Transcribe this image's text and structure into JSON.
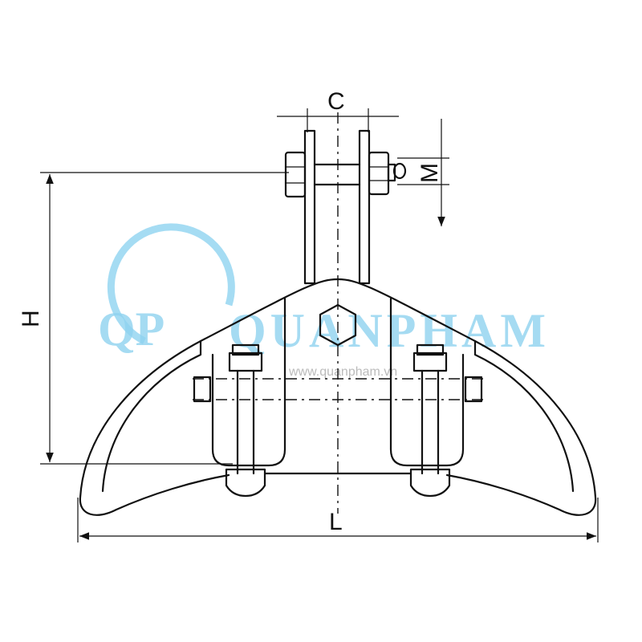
{
  "drawing": {
    "dimension_labels": {
      "c": "C",
      "m": "M",
      "h": "H",
      "l": "L"
    }
  },
  "watermark": {
    "logo_text": "QP",
    "brand": "QUANPHAM",
    "url": "www.quanpham.vn",
    "color": "#8fd3f0"
  }
}
